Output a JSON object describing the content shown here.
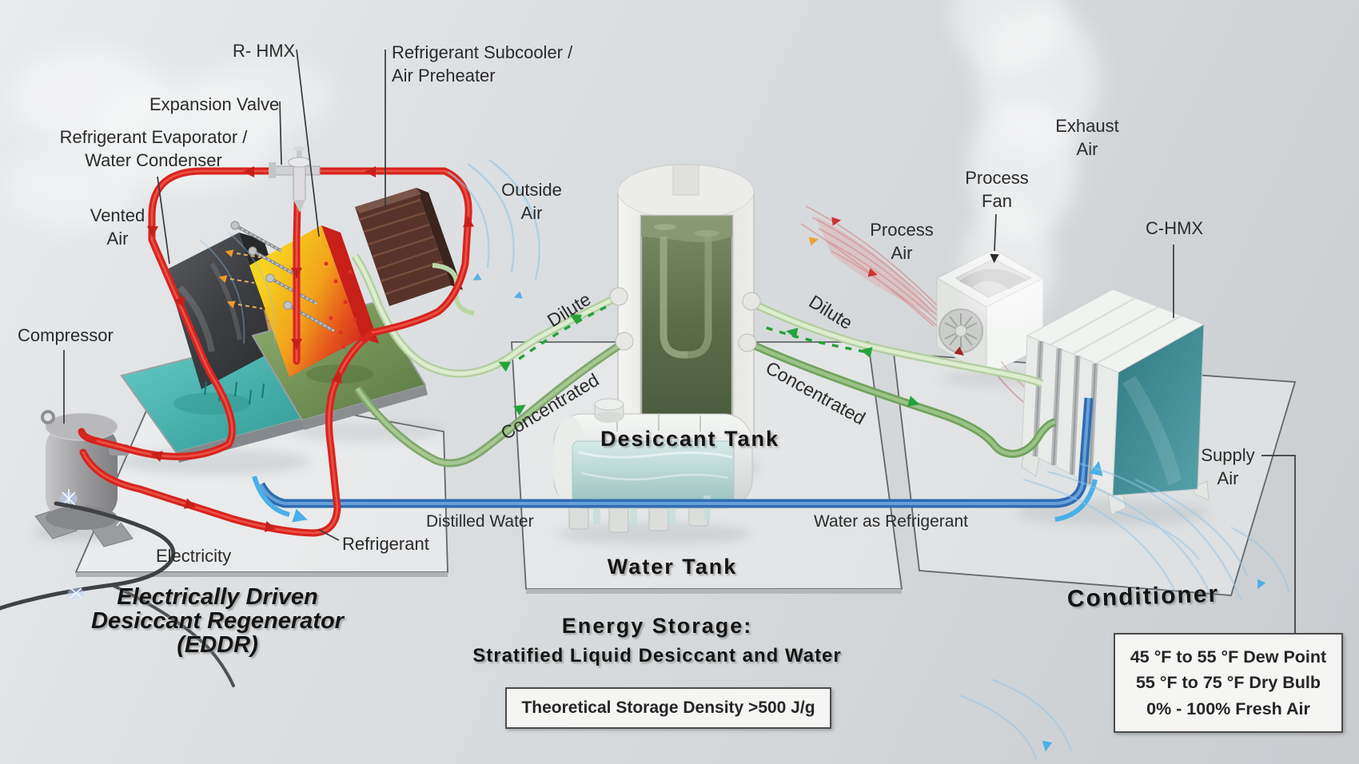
{
  "labels": {
    "r_hmx": "R- HMX",
    "subcooler_line1": "Refrigerant Subcooler /",
    "subcooler_line2": "Air Preheater",
    "expansion_valve": "Expansion Valve",
    "evaporator_line1": "Refrigerant Evaporator /",
    "evaporator_line2": "Water Condenser",
    "vented_air_line1": "Vented",
    "vented_air_line2": "Air",
    "compressor": "Compressor",
    "outside_air_line1": "Outside",
    "outside_air_line2": "Air",
    "dilute_left": "Dilute",
    "dilute_right": "Dilute",
    "concentrated_left": "Concentrated",
    "concentrated_right": "Concentrated",
    "distilled_water": "Distilled Water",
    "water_as_refrigerant": "Water as Refrigerant",
    "electricity": "Electricity",
    "refrigerant": "Refrigerant",
    "exhaust_air_line1": "Exhaust",
    "exhaust_air_line2": "Air",
    "process_fan_line1": "Process",
    "process_fan_line2": "Fan",
    "process_air_line1": "Process",
    "process_air_line2": "Air",
    "c_hmx": "C-HMX",
    "supply_air_line1": "Supply",
    "supply_air_line2": "Air"
  },
  "sections": {
    "eddr_title_line1": "Electrically Driven",
    "eddr_title_line2": "Desiccant Regenerator",
    "eddr_title_line3": "(EDDR)",
    "desiccant_tank": "Desiccant Tank",
    "water_tank": "Water Tank",
    "energy_storage_line1": "Energy Storage:",
    "energy_storage_line2": "Stratified Liquid Desiccant and Water",
    "conditioner": "Conditioner"
  },
  "callouts": {
    "storage_density": "Theoretical Storage Density >500 J/g",
    "conditioner_specs_line1": "45 °F to 55 °F Dew Point",
    "conditioner_specs_line2": "55 °F to 75 °F Dry Bulb",
    "conditioner_specs_line3": "0% - 100% Fresh Air"
  },
  "colors": {
    "refrigerant_red": "#d6251f",
    "dilute_green_pipe": "#c9e0b5",
    "concentrated_green_pipe": "#7fa86c",
    "flow_arrow_green": "#25a33a",
    "water_blue_pipe": "#2e6cb2",
    "air_swirl_blue": "#8fc4e8",
    "hmx_hot_yellow": "#f7d320",
    "hmx_hot_red": "#d4251c",
    "chmx_teal": "#39858d",
    "desiccant_liquid_green": "#5d6d4a",
    "label_text": "#2b2b2b"
  }
}
